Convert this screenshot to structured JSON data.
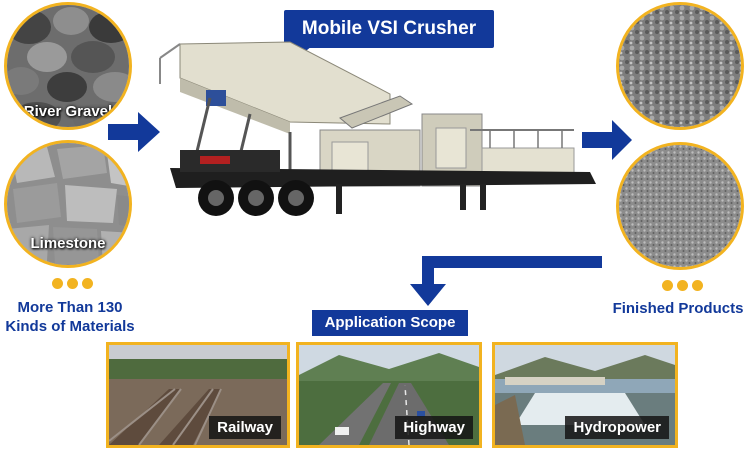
{
  "title": "Mobile VSI Crusher",
  "raw_materials": {
    "items": [
      {
        "label": "River Gravel"
      },
      {
        "label": "Limestone"
      }
    ],
    "caption_line1": "More Than 130",
    "caption_line2": "Kinds of Materials"
  },
  "finished": {
    "caption": "Finished Products"
  },
  "application": {
    "title": "Application Scope",
    "items": [
      {
        "label": "Railway"
      },
      {
        "label": "Highway"
      },
      {
        "label": "Hydropower"
      }
    ]
  },
  "colors": {
    "brand_blue": "#12399a",
    "accent_gold": "#f2b320"
  }
}
